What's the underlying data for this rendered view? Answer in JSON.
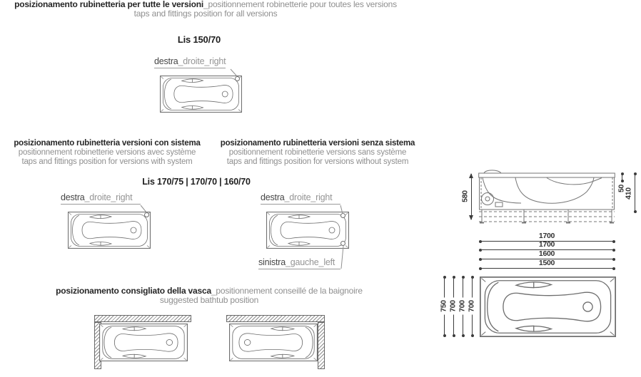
{
  "sections": {
    "all": {
      "title_it": "posizionamento rubinetteria per tutte le versioni",
      "title_fr": "_positionnement robinetterie pour toutes les versions",
      "title_en": "taps and fittings position for all versions",
      "model": "Lis 150/70"
    },
    "with_system": {
      "title_it": "posizionamento rubinetteria versioni con sistema",
      "title_fr": "positionnement robinetterie versions avec système",
      "title_en": "taps and fittings position for versions with system"
    },
    "without_system": {
      "title_it": "posizionamento rubinetteria versioni senza sistema",
      "title_fr": "positionnement robinetterie versions sans système",
      "title_en": "taps and fittings position for versions without system"
    },
    "mid_models": "Lis 170/75 | 170/70 | 160/70",
    "suggested": {
      "title_it": "posizionamento consigliato della vasca",
      "title_fr": "_positionnement conseillé de la baignoire",
      "title_en": "suggested bathtub position"
    }
  },
  "labels": {
    "right_it": "destra",
    "right_fr_en": "_droite_right",
    "left_it": "sinistra",
    "left_fr_en": "_gauche_left"
  },
  "dimensions": {
    "height_overall": "580",
    "rim_offset": "50",
    "inner_depth": "410",
    "lengths": [
      "1700",
      "1700",
      "1600",
      "1500"
    ],
    "widths": [
      "750",
      "700",
      "700",
      "700"
    ]
  },
  "colors": {
    "ink": "#262626",
    "muted": "#8f8f8f",
    "drawing_line": "#6e6e6e",
    "dimension": "#3c3c3c"
  }
}
